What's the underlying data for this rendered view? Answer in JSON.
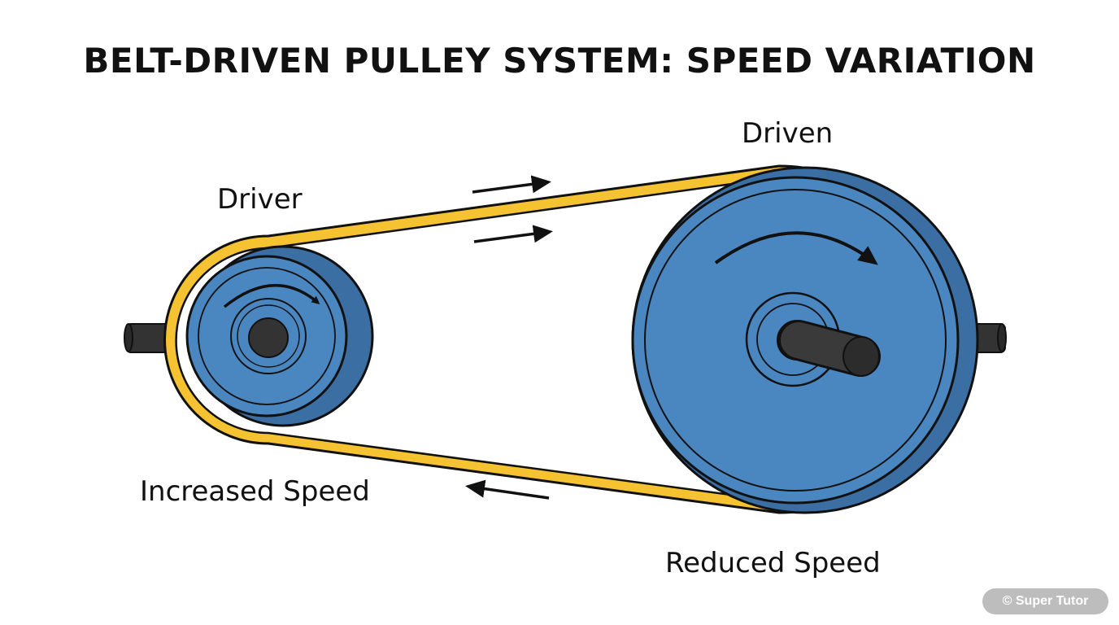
{
  "title": "BELT-DRIVEN PULLEY SYSTEM: SPEED VARIATION",
  "labels": {
    "driven": "Driven",
    "driver": "Driver",
    "increased_speed": "Increased Speed",
    "reduced_speed": "Reduced Speed"
  },
  "watermark": "© Super Tutor",
  "colors": {
    "pulley_blue": "#4a86c0",
    "pulley_dark_blue": "#3b6ea3",
    "belt_yellow": "#f5c331",
    "shaft_dark": "#333333",
    "outline": "#111111"
  },
  "icons": {
    "rotation_arrows": "clockwise-arrow",
    "belt_direction_arrows": "straight-arrow"
  }
}
